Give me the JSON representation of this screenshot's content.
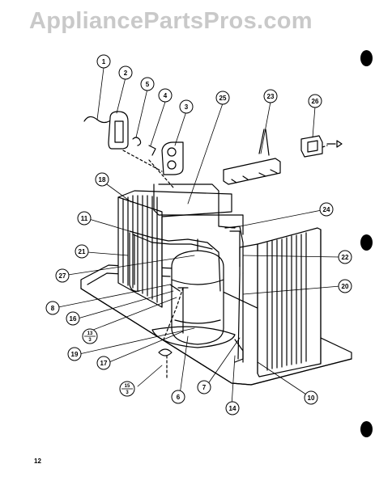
{
  "watermark": "AppliancePartsPros.com",
  "page_number": "12",
  "callouts": [
    {
      "id": "c1",
      "text": "1"
    },
    {
      "id": "c2",
      "text": "2"
    },
    {
      "id": "c5",
      "text": "5"
    },
    {
      "id": "c4",
      "text": "4"
    },
    {
      "id": "c3",
      "text": "3"
    },
    {
      "id": "c25",
      "text": "25"
    },
    {
      "id": "c23",
      "text": "23"
    },
    {
      "id": "c26",
      "text": "26"
    },
    {
      "id": "c18",
      "text": "18"
    },
    {
      "id": "c11",
      "text": "11"
    },
    {
      "id": "c24",
      "text": "24"
    },
    {
      "id": "c21",
      "text": "21"
    },
    {
      "id": "c22",
      "text": "22"
    },
    {
      "id": "c27",
      "text": "27"
    },
    {
      "id": "c20",
      "text": "20"
    },
    {
      "id": "c8",
      "text": "8"
    },
    {
      "id": "c16",
      "text": "16"
    },
    {
      "id": "c19",
      "text": "19"
    },
    {
      "id": "c17",
      "text": "17"
    },
    {
      "id": "c7",
      "text": "7"
    },
    {
      "id": "c10",
      "text": "10"
    },
    {
      "id": "c6",
      "text": "6"
    },
    {
      "id": "c14",
      "text": "14"
    }
  ],
  "fractions": [
    {
      "id": "f13",
      "num": "13",
      "den": "3"
    },
    {
      "id": "f15",
      "num": "15",
      "den": "3"
    }
  ]
}
